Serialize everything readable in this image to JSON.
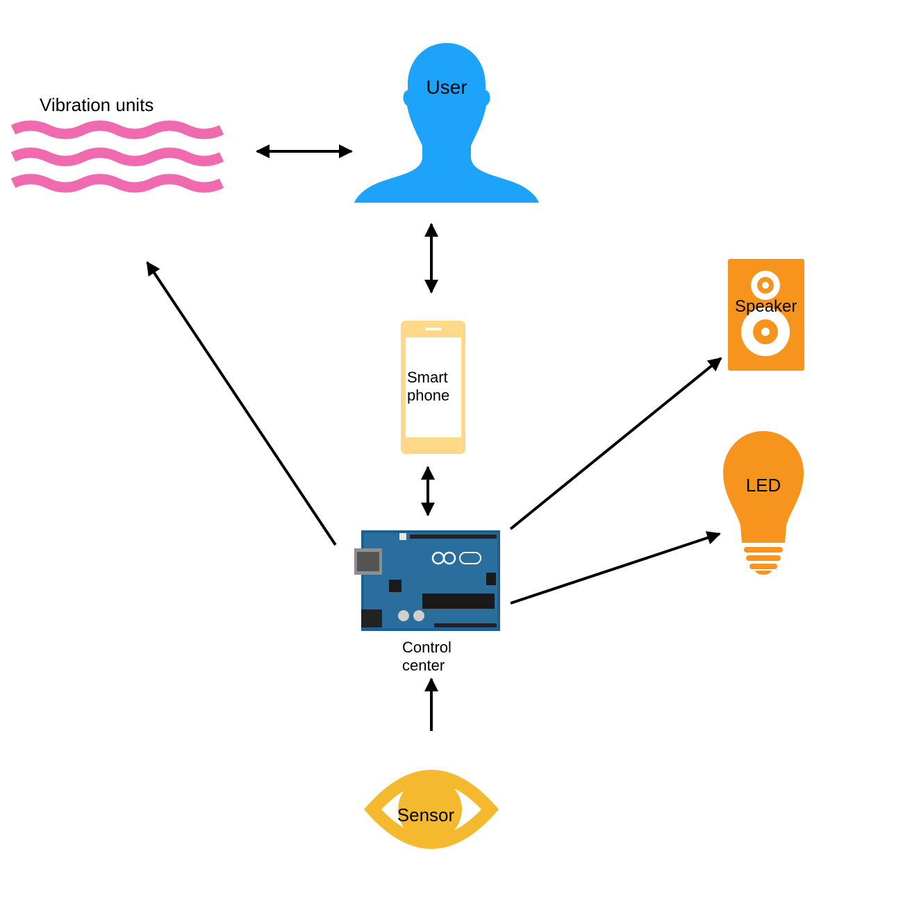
{
  "nodes": {
    "vibration": {
      "label": "Vibration units",
      "icon": "vibration-waves-icon",
      "color": "#F06AB0"
    },
    "user": {
      "label": "User",
      "icon": "person-head-icon",
      "color": "#1EA3FA"
    },
    "phone": {
      "label_line1": "Smart",
      "label_line2": "phone",
      "icon": "smartphone-icon",
      "color": "#FFD98A"
    },
    "speaker": {
      "label": "Speaker",
      "icon": "speaker-icon",
      "color": "#F7941D"
    },
    "led": {
      "label": "LED",
      "icon": "light-bulb-icon",
      "color": "#F7941D"
    },
    "control": {
      "label_line1": "Control",
      "label_line2": "center",
      "icon": "arduino-board-icon",
      "color": "#1F5F8B"
    },
    "sensor": {
      "label": "Sensor",
      "icon": "eye-icon",
      "color": "#F4B92E"
    }
  },
  "edges": [
    {
      "from": "vibration",
      "to": "user",
      "direction": "both"
    },
    {
      "from": "user",
      "to": "phone",
      "direction": "both"
    },
    {
      "from": "phone",
      "to": "control",
      "direction": "both"
    },
    {
      "from": "control",
      "to": "vibration",
      "direction": "forward"
    },
    {
      "from": "control",
      "to": "speaker",
      "direction": "forward"
    },
    {
      "from": "control",
      "to": "led",
      "direction": "forward"
    },
    {
      "from": "sensor",
      "to": "control",
      "direction": "forward"
    }
  ]
}
